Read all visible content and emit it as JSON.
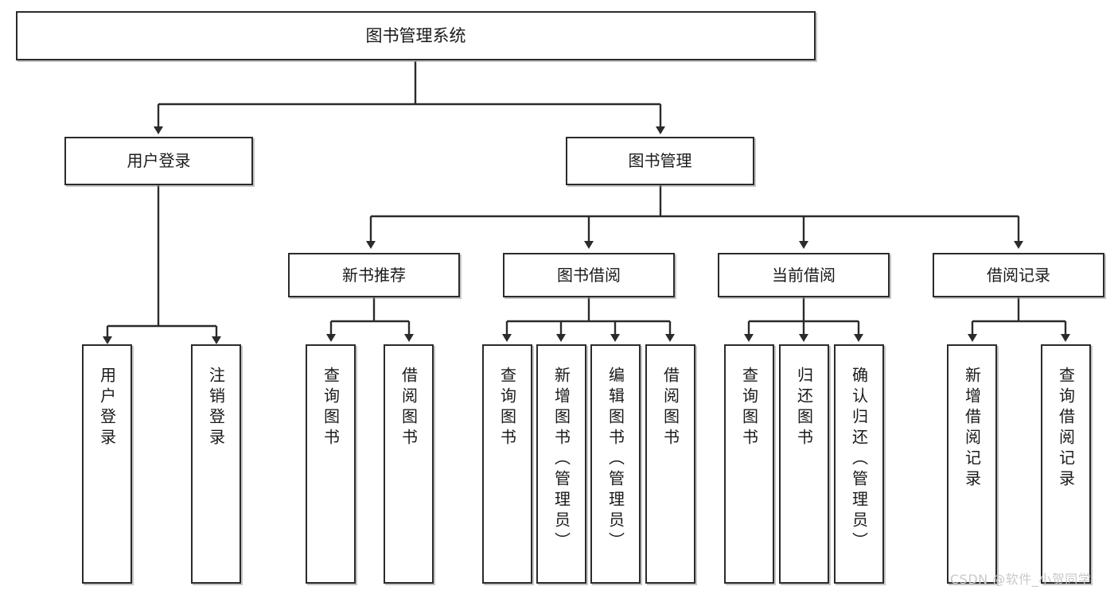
{
  "diagram": {
    "title_node": {
      "label": "图书管理系统"
    },
    "level2": [
      {
        "id": "user-login",
        "label": "用户登录"
      },
      {
        "id": "book-manage",
        "label": "图书管理"
      }
    ],
    "level3": [
      {
        "id": "new-book-recommend",
        "label": "新书推荐"
      },
      {
        "id": "book-borrow",
        "label": "图书借阅"
      },
      {
        "id": "current-borrow",
        "label": "当前借阅"
      },
      {
        "id": "borrow-record",
        "label": "借阅记录"
      }
    ],
    "leaves": [
      {
        "id": "leaf-user-login",
        "label": "用户登录"
      },
      {
        "id": "leaf-logout-login",
        "label": "注销登录"
      },
      {
        "id": "leaf-query-book-1",
        "label": "查询图书"
      },
      {
        "id": "leaf-borrow-book-1",
        "label": "借阅图书"
      },
      {
        "id": "leaf-query-book-2",
        "label": "查询图书"
      },
      {
        "id": "leaf-add-book",
        "label": "新增图书（管理员）"
      },
      {
        "id": "leaf-edit-book",
        "label": "编辑图书（管理员）"
      },
      {
        "id": "leaf-borrow-book-2",
        "label": "借阅图书"
      },
      {
        "id": "leaf-query-book-3",
        "label": "查询图书"
      },
      {
        "id": "leaf-return-book",
        "label": "归还图书"
      },
      {
        "id": "leaf-confirm-return",
        "label": "确认归还（管理员）"
      },
      {
        "id": "leaf-add-record",
        "label": "新增借阅记录"
      },
      {
        "id": "leaf-query-record",
        "label": "查询借阅记录"
      }
    ]
  },
  "watermark": {
    "text": "CSDN @软件_小贺同学"
  },
  "colors": {
    "border": "#2b2b2b",
    "background": "#ffffff",
    "text": "#1a1a1a",
    "watermark": "#c9c9c9"
  }
}
